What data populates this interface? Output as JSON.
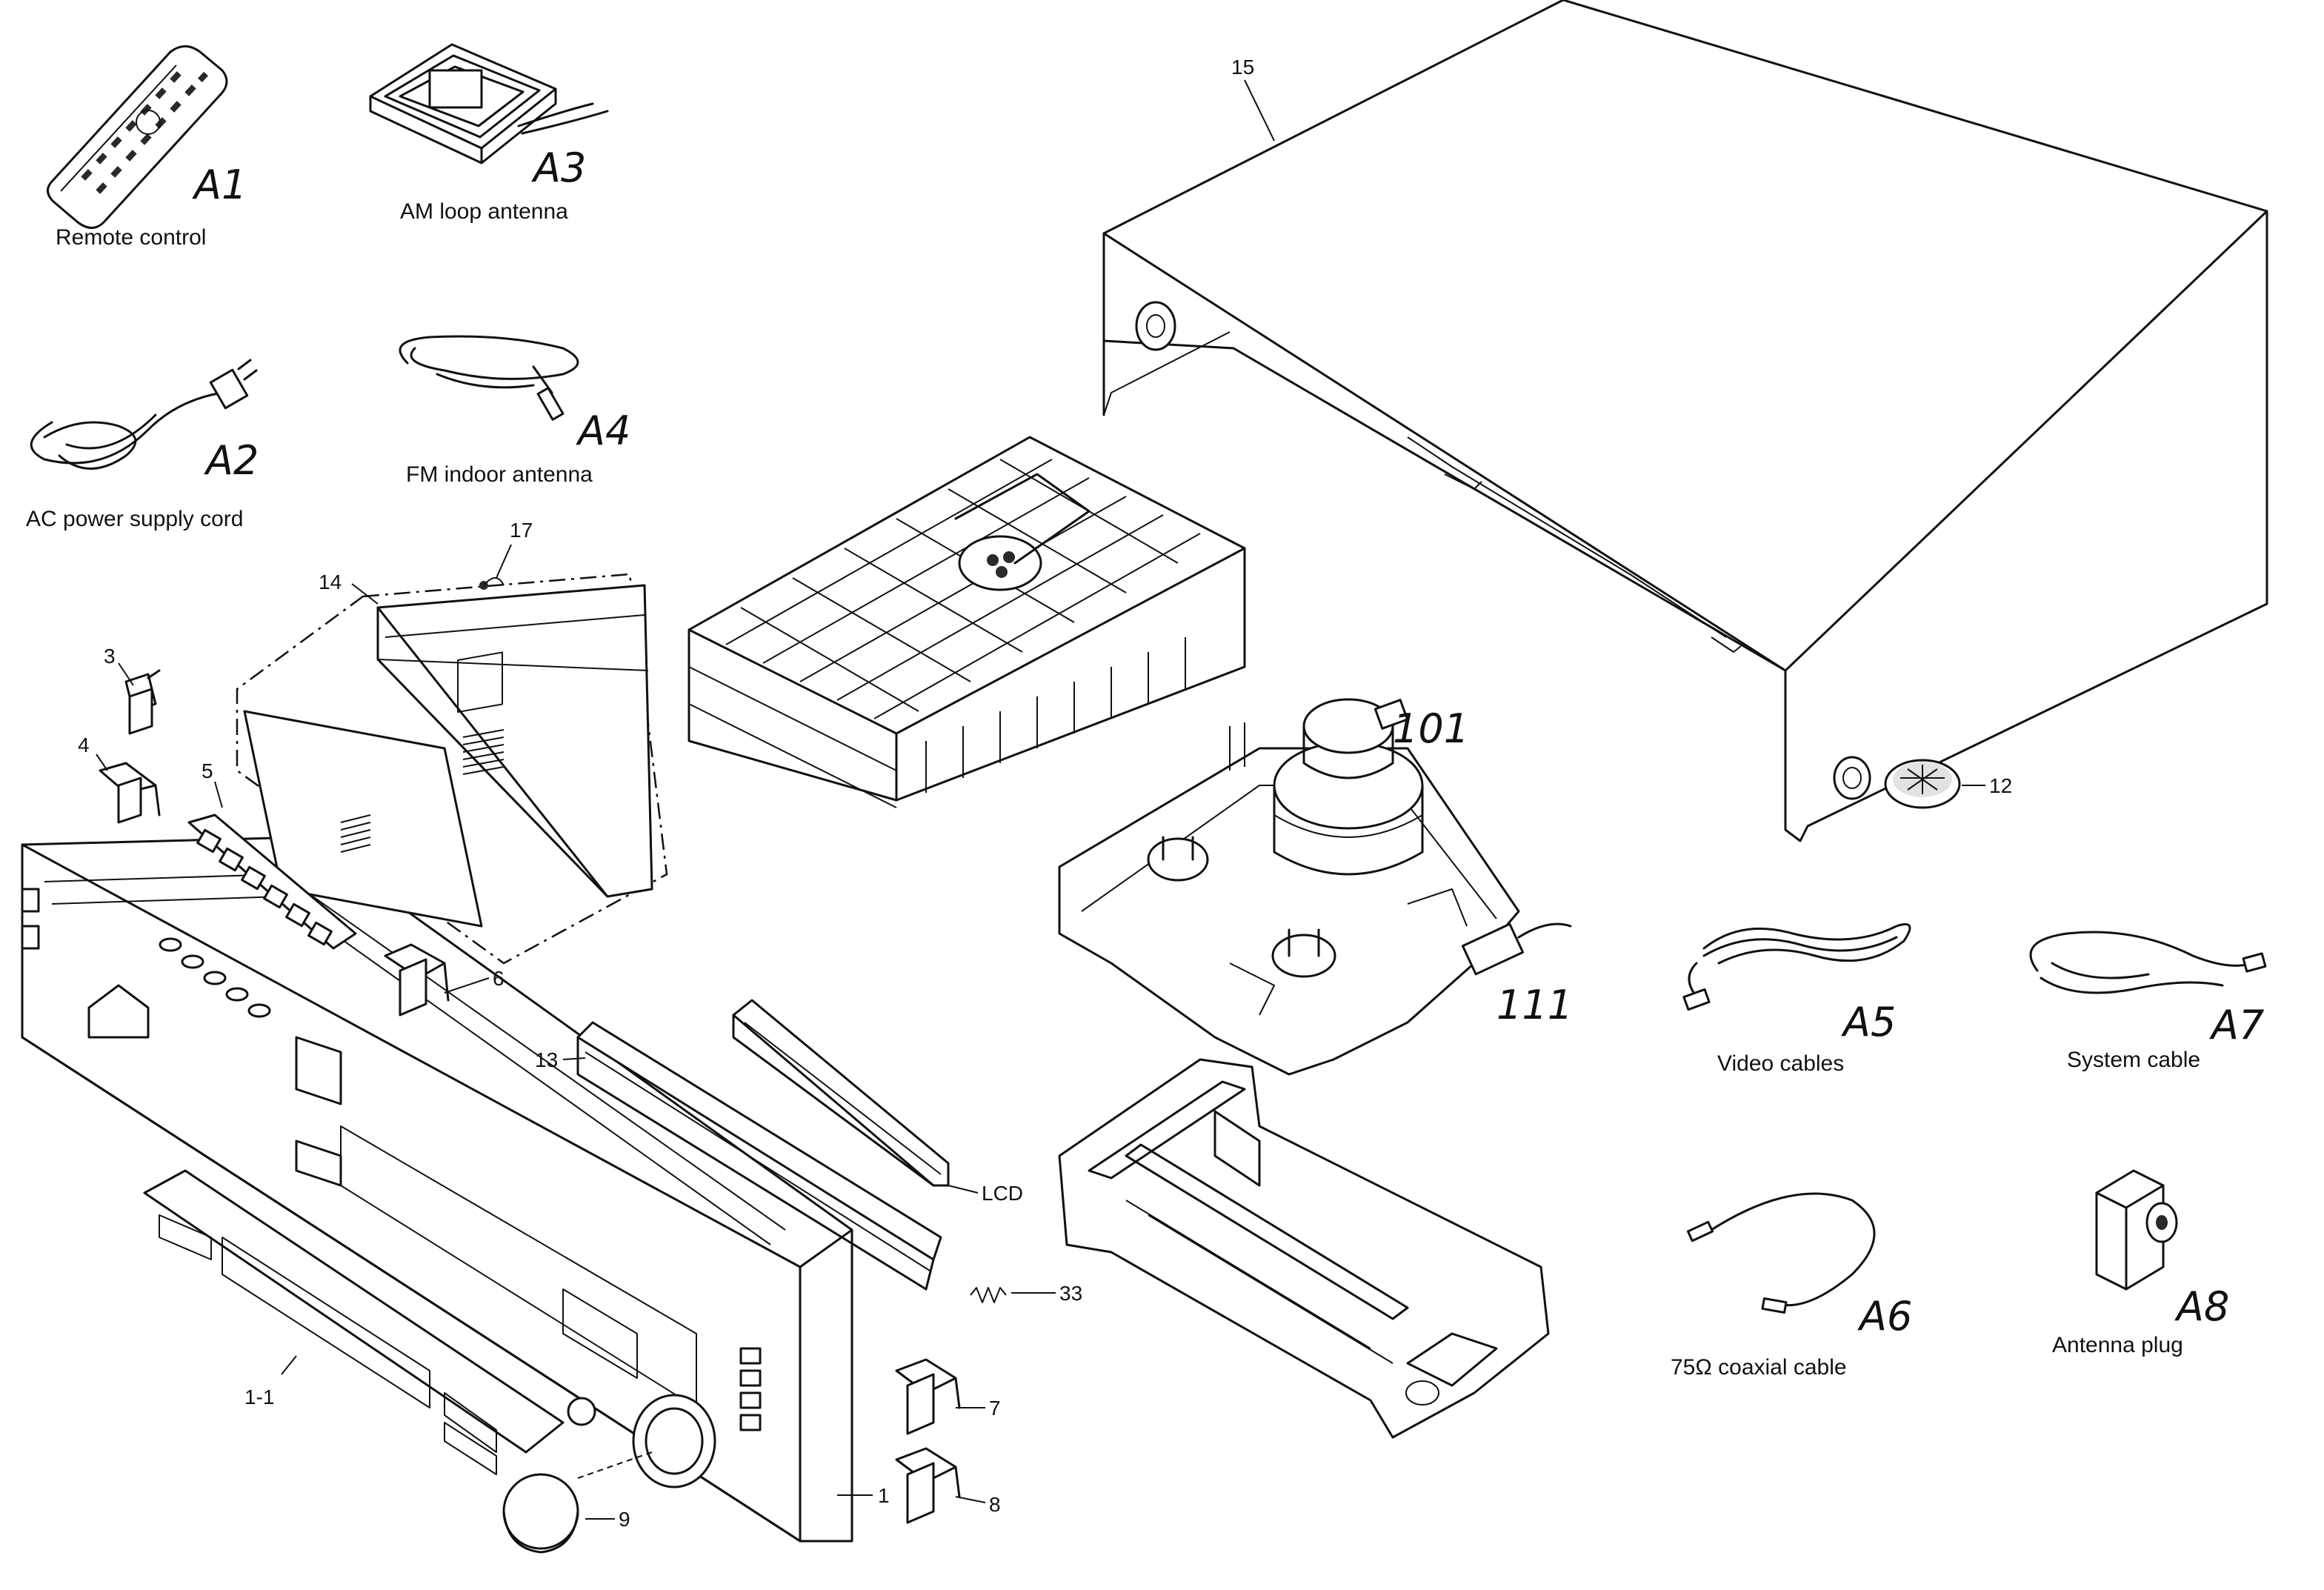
{
  "accessories": {
    "a1": {
      "code": "A1",
      "caption": "Remote control"
    },
    "a2": {
      "code": "A2",
      "caption": "AC power supply cord"
    },
    "a3": {
      "code": "A3",
      "caption": "AM loop antenna"
    },
    "a4": {
      "code": "A4",
      "caption": "FM indoor antenna"
    },
    "a5": {
      "code": "A5",
      "caption": "Video cables"
    },
    "a6": {
      "code": "A6",
      "caption": "75Ω coaxial cable"
    },
    "a7": {
      "code": "A7",
      "caption": "System cable"
    },
    "a8": {
      "code": "A8",
      "caption": "Antenna plug"
    }
  },
  "callouts": {
    "p1": "1",
    "p1_1": "1-1",
    "p3": "3",
    "p4": "4",
    "p5": "5",
    "p6": "6",
    "p7": "7",
    "p8": "8",
    "p9": "9",
    "p12": "12",
    "p13": "13",
    "p14": "14",
    "p15": "15",
    "p17": "17",
    "p33": "33",
    "p101": "101",
    "p111": "111",
    "lcd": "LCD"
  }
}
